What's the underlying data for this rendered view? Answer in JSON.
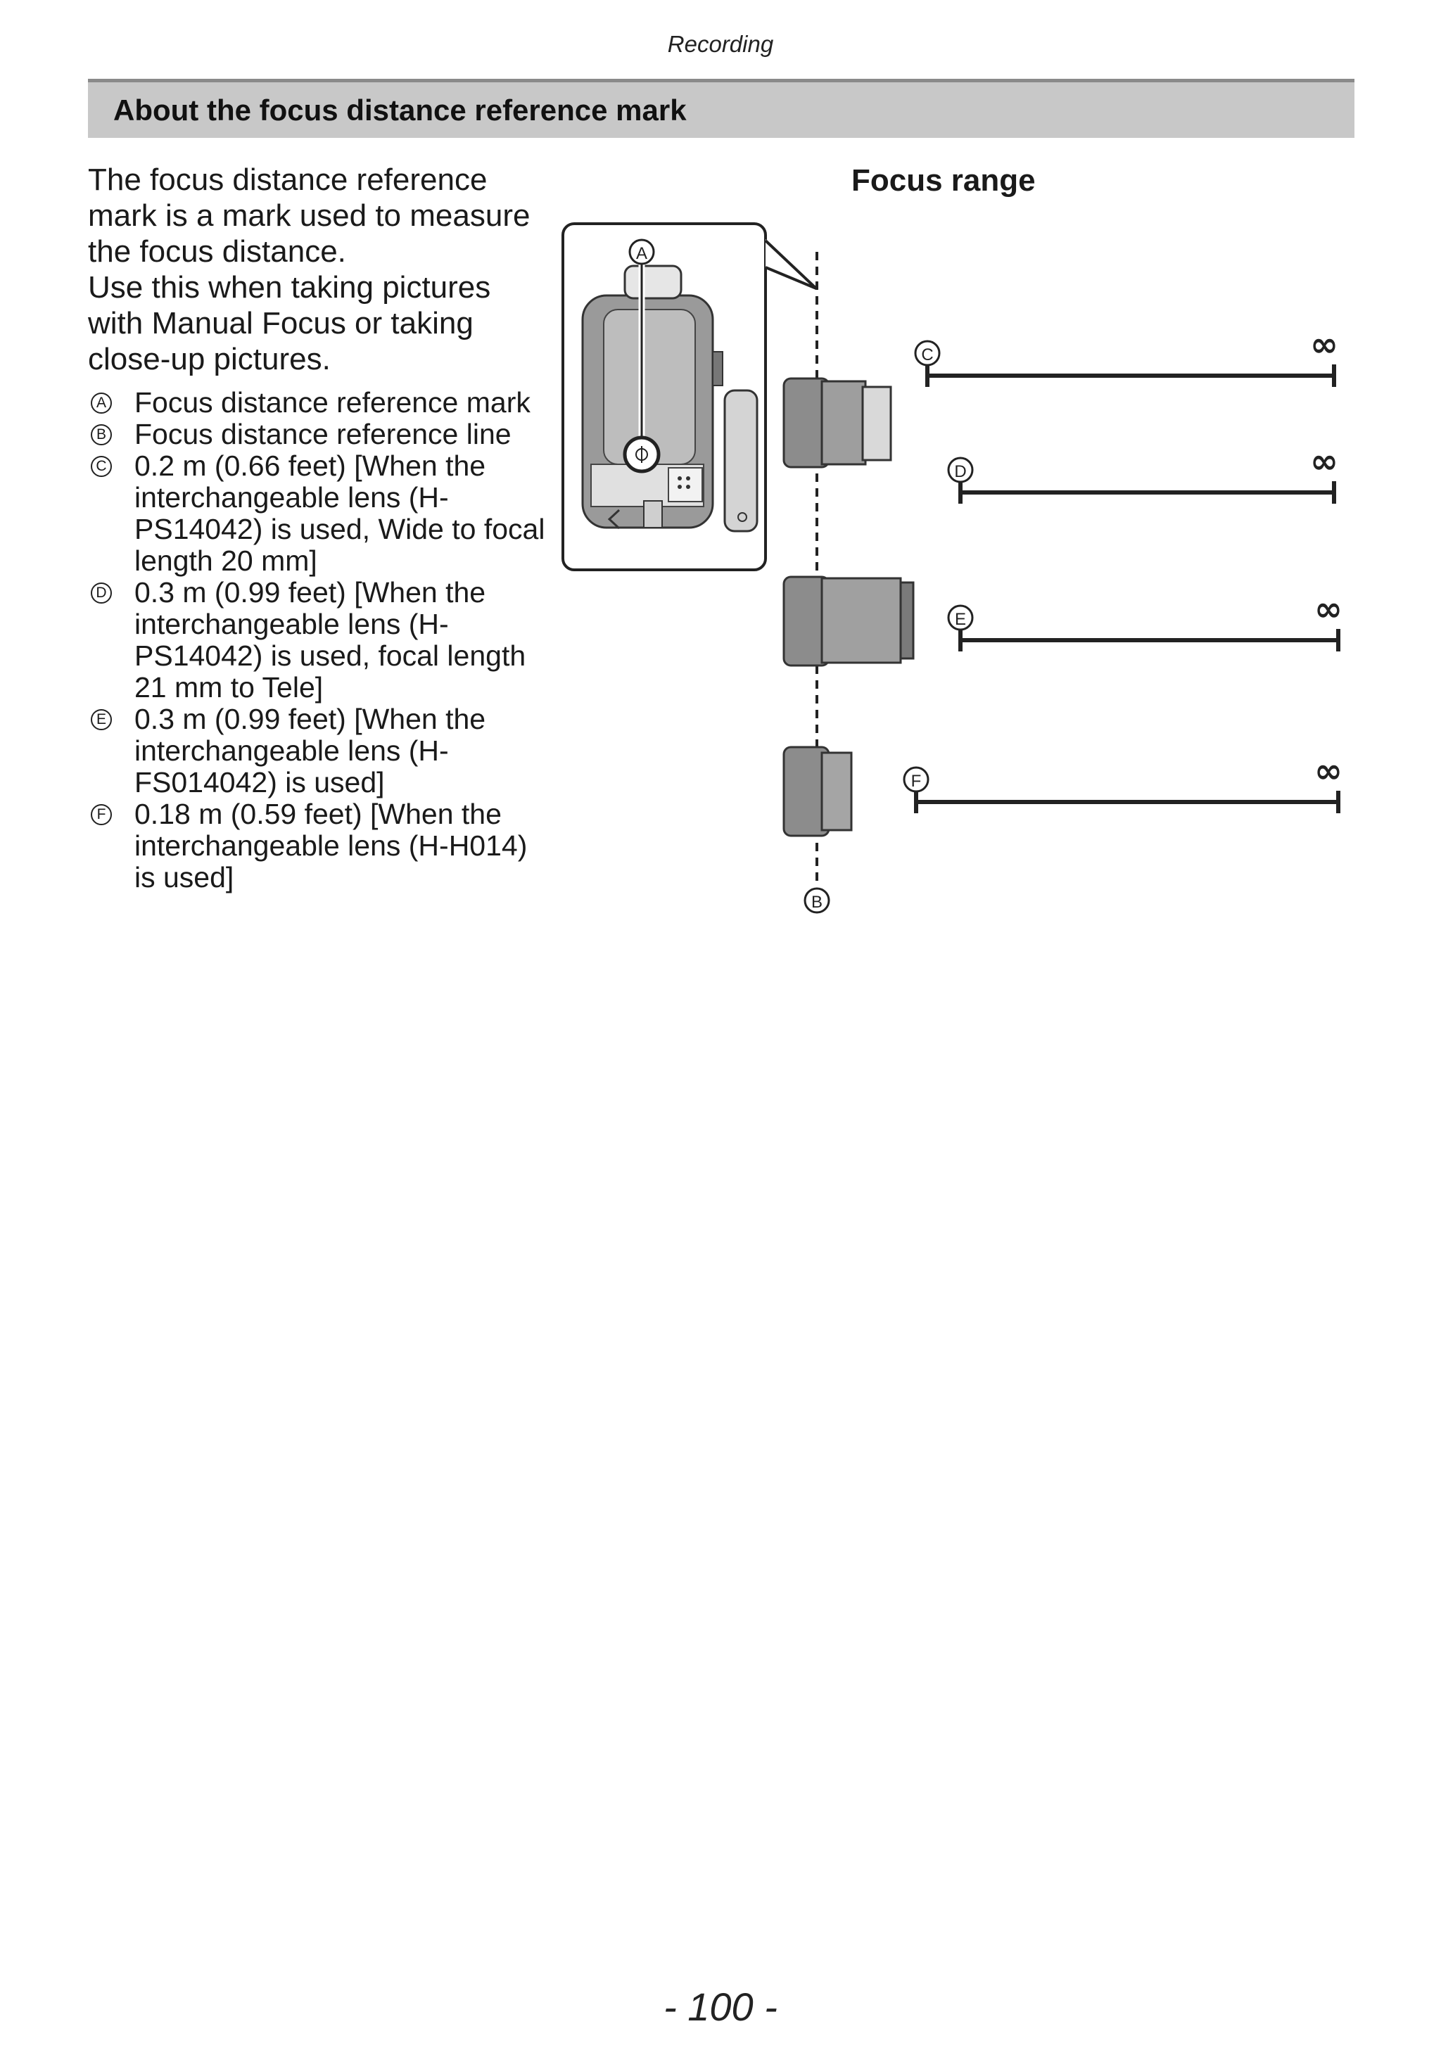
{
  "header": {
    "section": "Recording"
  },
  "banner": {
    "title": "About the focus distance reference mark"
  },
  "intro": {
    "paragraphs": [
      "The focus distance reference mark is a mark used to measure the focus distance.",
      "Use this when taking pictures with Manual Focus or taking close-up pictures."
    ]
  },
  "legend": [
    {
      "marker": "A",
      "text": "Focus distance reference mark"
    },
    {
      "marker": "B",
      "text": "Focus distance reference line"
    },
    {
      "marker": "C",
      "text": "0.2 m (0.66 feet) [When the interchangeable lens (H-PS14042) is used, Wide to focal length 20 mm]"
    },
    {
      "marker": "D",
      "text": "0.3 m (0.99 feet) [When the interchangeable lens (H-PS14042) is used, focal length 21 mm to Tele]"
    },
    {
      "marker": "E",
      "text": "0.3 m (0.99 feet) [When the interchangeable lens (H-FS014042) is used]"
    },
    {
      "marker": "F",
      "text": "0.18 m (0.59 feet) [When the interchangeable lens (H-H014) is used]"
    }
  ],
  "figure": {
    "title": "Focus range",
    "infinity_symbol": "∞",
    "mark_callout": "A",
    "line_callout": "B",
    "ranges": [
      {
        "marker": "C"
      },
      {
        "marker": "D"
      },
      {
        "marker": "E"
      },
      {
        "marker": "F"
      }
    ]
  },
  "footer": {
    "page_number": "- 100 -"
  }
}
